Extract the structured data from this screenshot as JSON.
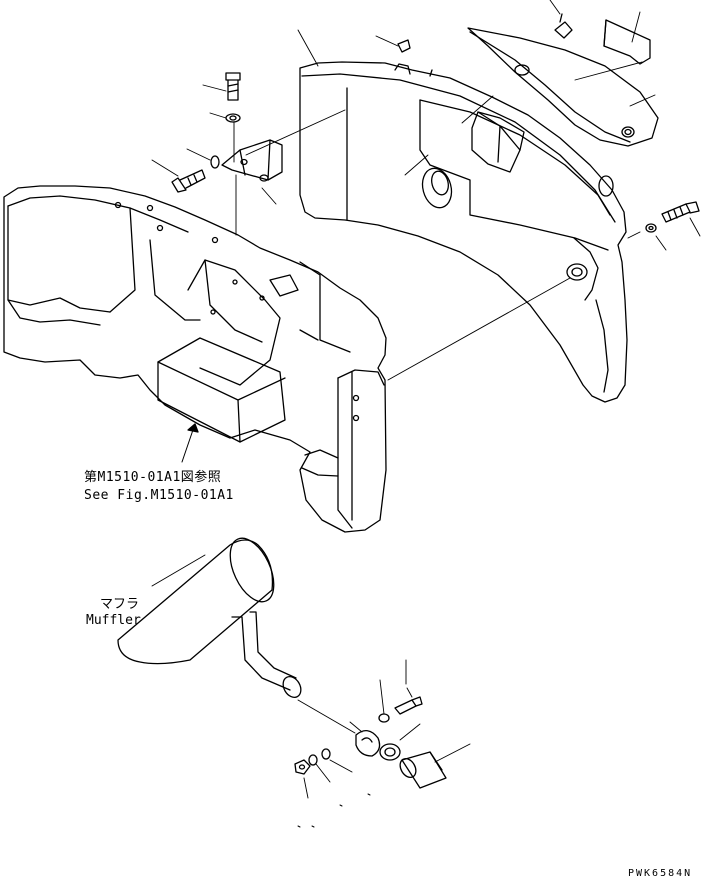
{
  "labels": {
    "ref_ja": "第M1510-01A1図参照",
    "ref_en": "See Fig.M1510-01A1",
    "muffler_ja": "マフラ",
    "muffler_en": "Muffler",
    "drawing_code": "PWK6584N"
  }
}
